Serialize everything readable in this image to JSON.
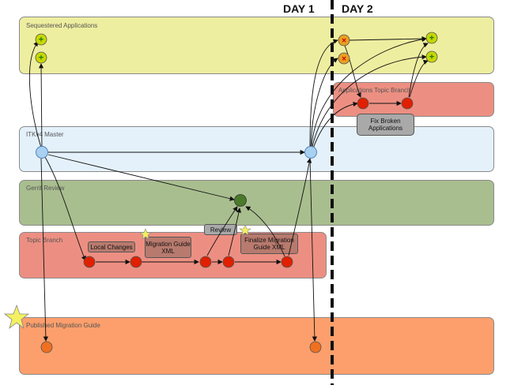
{
  "days": {
    "day1": "DAY 1",
    "day2": "DAY 2"
  },
  "lanes": {
    "sequestered": {
      "label": "Sequestered Applications",
      "color": "#eeeea0"
    },
    "apps_topic": {
      "label": "Applications Topic Branch",
      "color": "#ec8f82"
    },
    "master": {
      "label": "ITKv4 Master",
      "color": "#e4f1fb"
    },
    "gerrit": {
      "label": "Gerrit Review",
      "color": "#a9be8f"
    },
    "topic": {
      "label": "Topic Branch",
      "color": "#ec8f82"
    },
    "published": {
      "label": "Published Migration Guide",
      "color": "#fc9f6c"
    }
  },
  "boxes": {
    "local_changes": "Local Changes",
    "migration_guide": "Migration Guide\nXML",
    "review": "Review",
    "finalize": "Finalize Migration\nGuide XML",
    "fix_broken": "Fix Broken\nApplications"
  },
  "colors": {
    "node_red": "#e02000",
    "node_blue": "#a8d0f0",
    "node_green": "#4a7a2a",
    "node_orange": "#f07020",
    "node_yellow": "#c8d800",
    "star": "#f4f060"
  }
}
